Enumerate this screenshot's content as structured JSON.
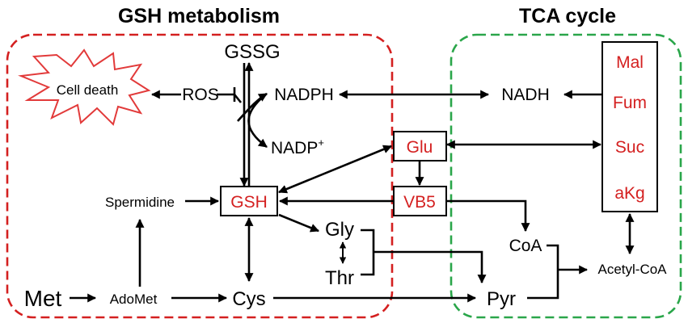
{
  "titles": {
    "gsh_metabolism": "GSH metabolism",
    "tca_cycle": "TCA cycle"
  },
  "nodes": {
    "gssg": "GSSG",
    "cell_death": "Cell death",
    "ros": "ROS",
    "nadph": "NADPH",
    "nadh": "NADH",
    "nadp_base": "NADP",
    "nadp_sup": "+",
    "glu": "Glu",
    "spermidine": "Spermidine",
    "gsh": "GSH",
    "vb5": "VB5",
    "gly": "Gly",
    "thr": "Thr",
    "met": "Met",
    "adomet": "AdoMet",
    "cys": "Cys",
    "coa": "CoA",
    "pyr": "Pyr",
    "acetyl_coa": "Acetyl-CoA",
    "mal": "Mal",
    "fum": "Fum",
    "suc": "Suc",
    "akg": "aKg"
  },
  "colors": {
    "highlight": "#d42020",
    "gsh_region": "#d42020",
    "tca_region": "#2aa64a",
    "cell_death_burst": "#e23a3a"
  }
}
